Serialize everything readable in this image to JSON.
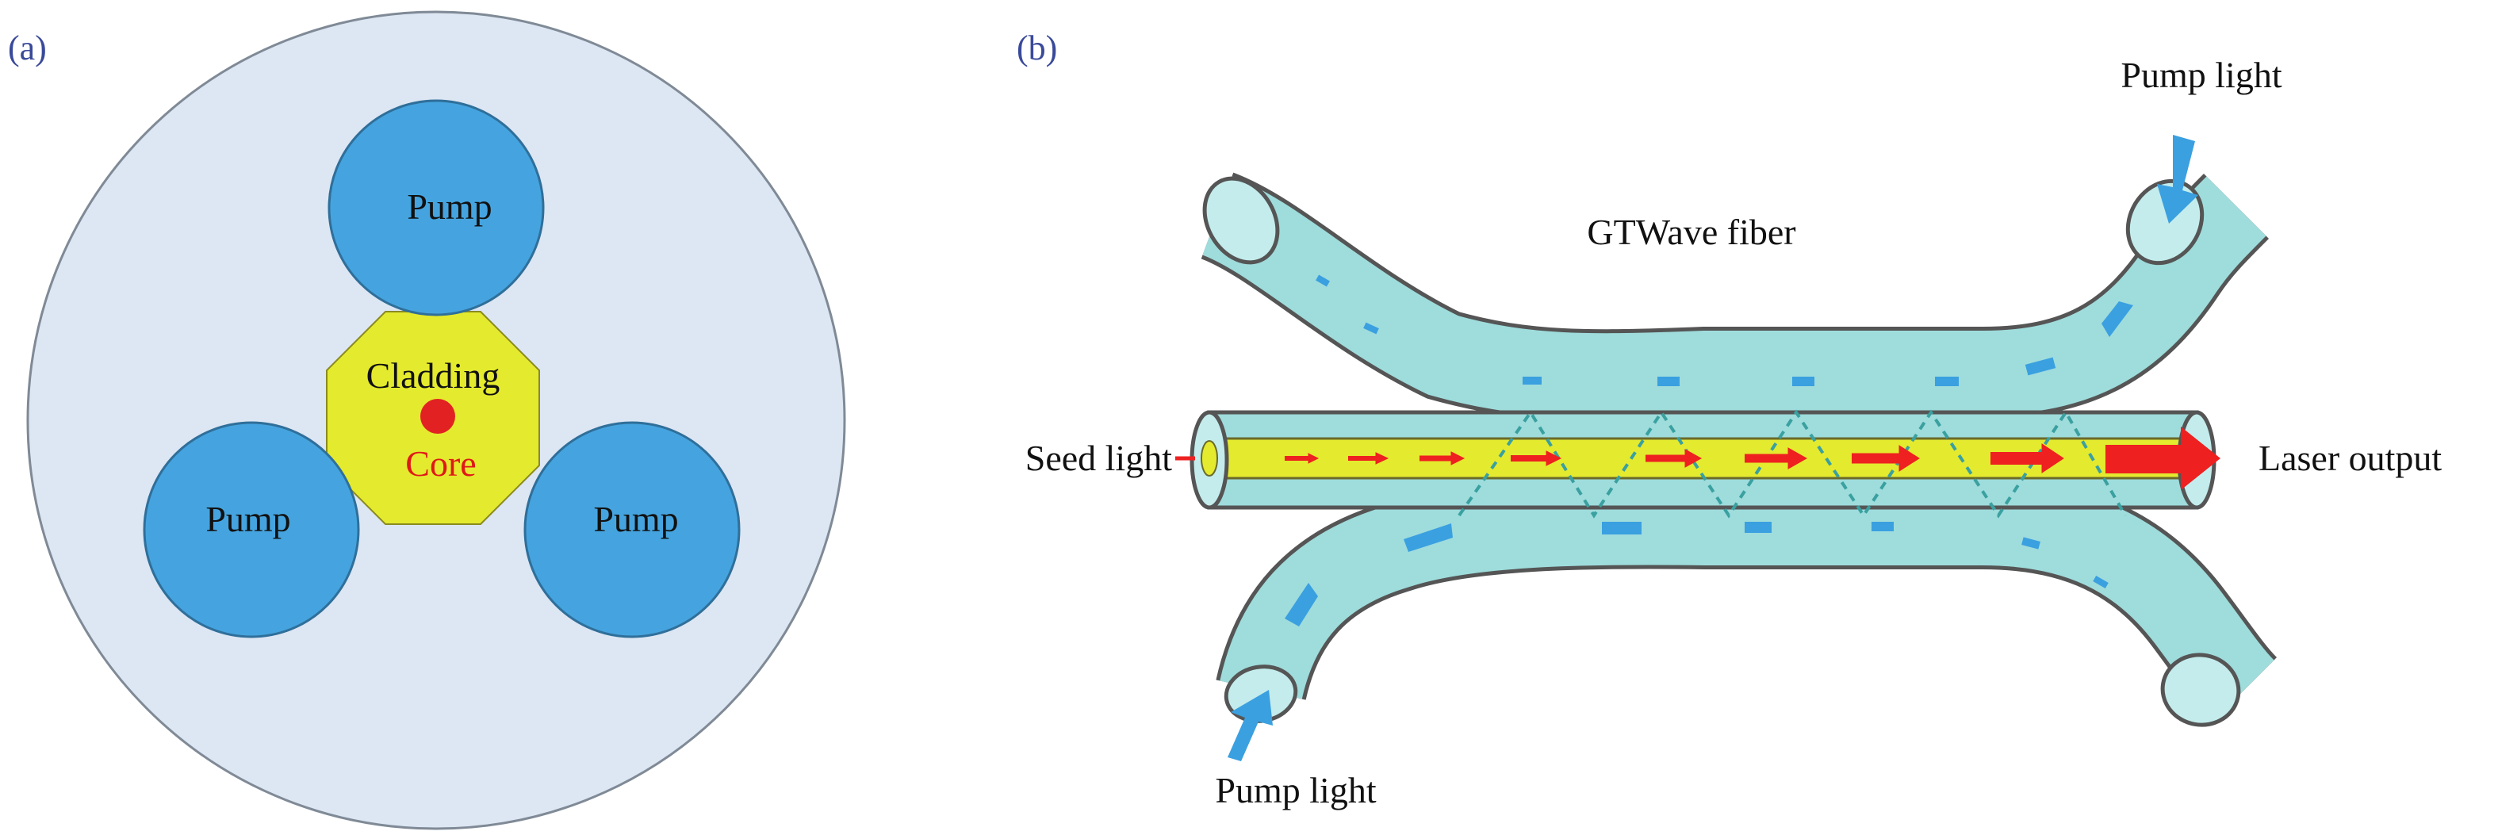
{
  "panel_a": {
    "letter": "(a)",
    "pump_top": "Pump",
    "pump_left": "Pump",
    "pump_right": "Pump",
    "cladding": "Cladding",
    "core": "Core"
  },
  "panel_b": {
    "letter": "(b)",
    "pump_light_top": "Pump light",
    "fiber_label": "GTWave fiber",
    "seed_light": "Seed light",
    "laser_output": "Laser output",
    "pump_light_bottom": "Pump light"
  },
  "colors": {
    "outer_circle": "#dde6f3",
    "pump": "#45a4df",
    "cladding": "#e4ea2e",
    "core": "#e22222",
    "fiber_fill": "#9fdcdc",
    "arrow_red": "#ee2020",
    "arrow_blue": "#3aa0e0"
  }
}
